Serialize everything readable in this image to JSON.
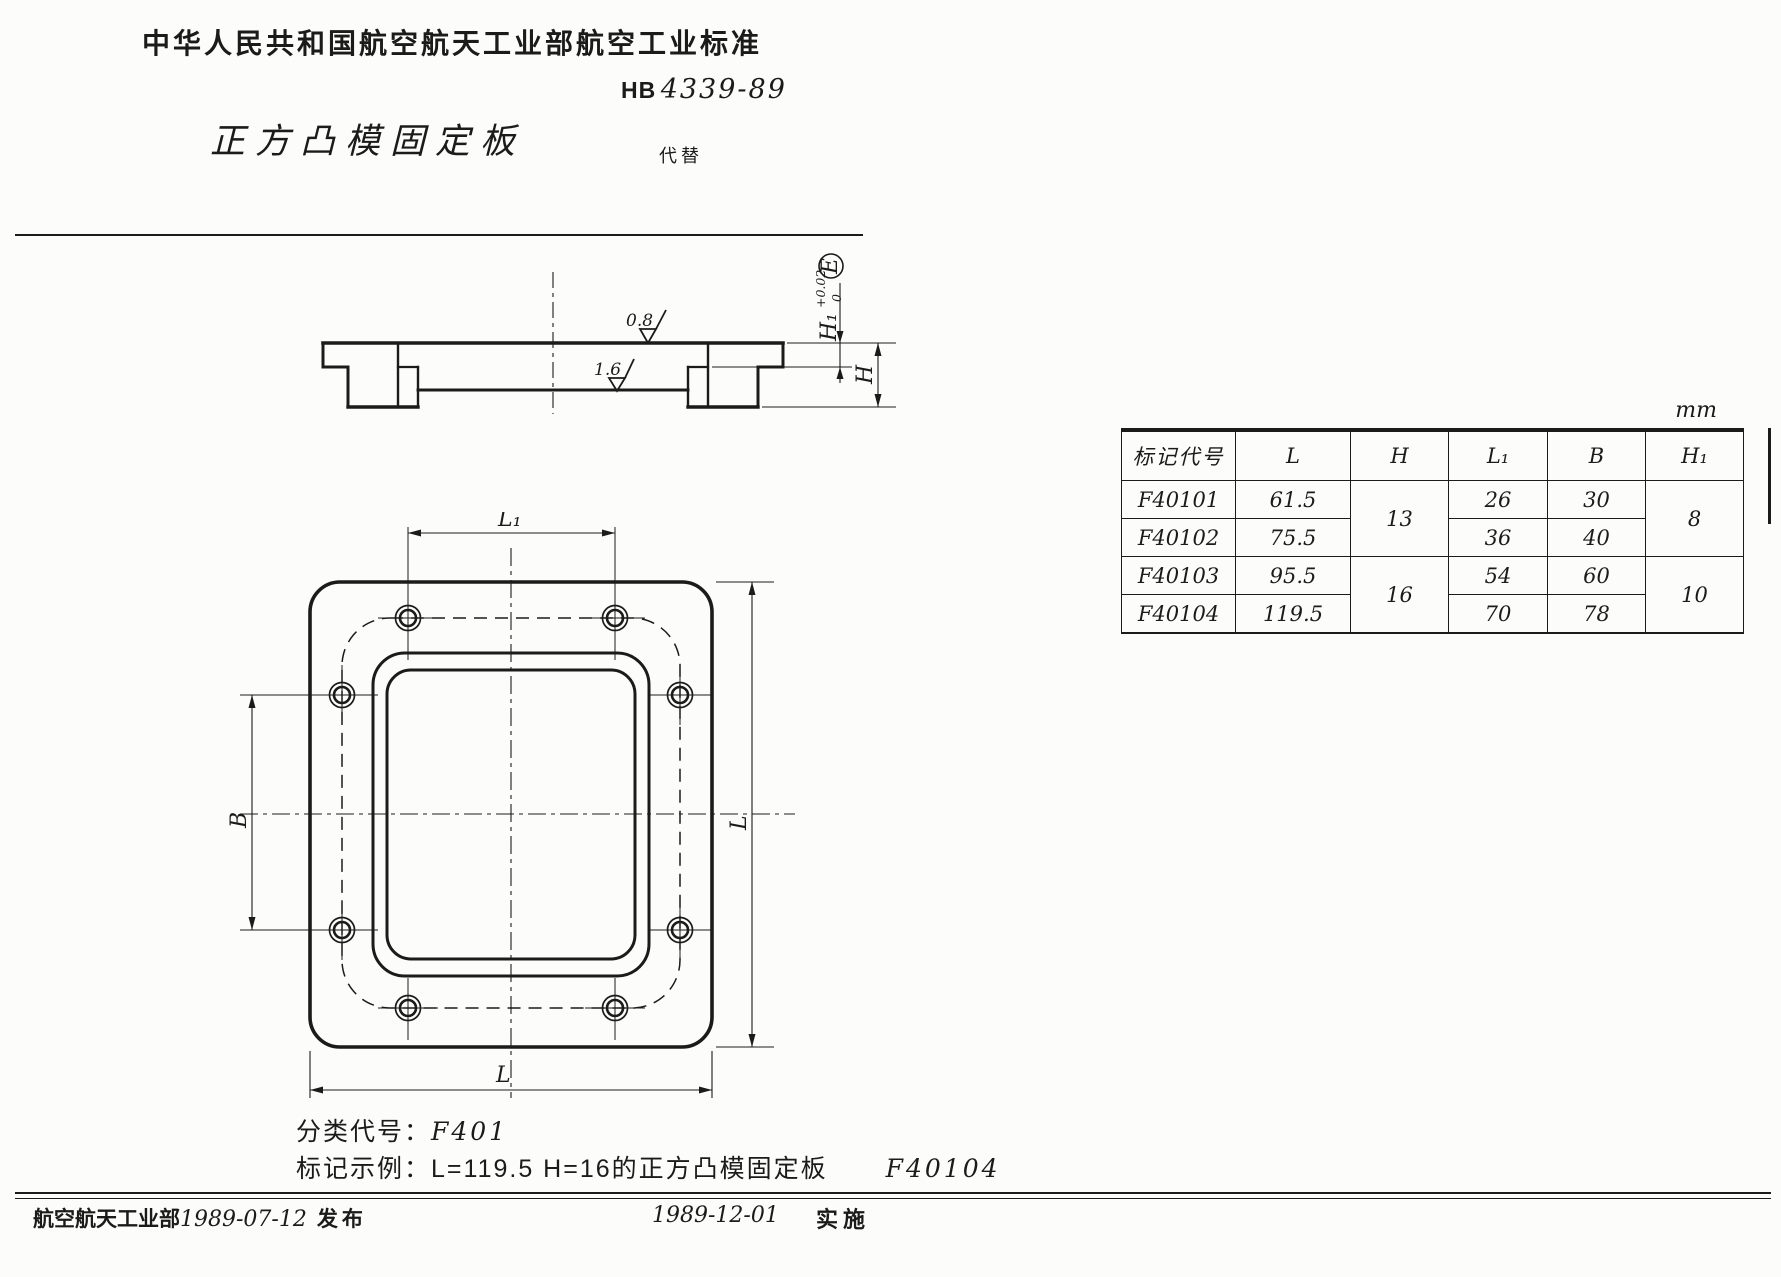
{
  "header": {
    "org_standard_line": "中华人民共和国航空航天工业部航空工业标准",
    "standard_prefix": "HB",
    "standard_number": "4339-89",
    "title": "正方凸模固定板",
    "replaces_label": "代替"
  },
  "section_view": {
    "roughness_top": "0.8",
    "roughness_bore": "1.6",
    "dim_h1_label": "H₁",
    "dim_h1_tol_upper": "+0.02",
    "dim_h1_tol_lower": "0",
    "dim_h1_flag": "E",
    "dim_h_label": "H"
  },
  "plan_view": {
    "dim_l1_label": "L₁",
    "dim_b_label": "B",
    "dim_l_right_label": "L",
    "dim_l_bottom_label": "L"
  },
  "table": {
    "unit": "mm",
    "headers": [
      "标记代号",
      "L",
      "H",
      "L₁",
      "B",
      "H₁"
    ],
    "rows": [
      {
        "code": "F40101",
        "l": "61.5",
        "h": "13",
        "l1": "26",
        "b": "30",
        "h1": "8"
      },
      {
        "code": "F40102",
        "l": "75.5",
        "l1": "36",
        "b": "40"
      },
      {
        "code": "F40103",
        "l": "95.5",
        "h": "16",
        "l1": "54",
        "b": "60",
        "h1": "10"
      },
      {
        "code": "F40104",
        "l": "119.5",
        "l1": "70",
        "b": "78"
      }
    ]
  },
  "notes": {
    "classification_label": "分类代号：",
    "classification_code": "F401",
    "marking_label": "标记示例：",
    "marking_text": "L=119.5  H=16的正方凸模固定板",
    "marking_code": "F40104"
  },
  "footer": {
    "issuer": "航空航天工业部",
    "issue_date": "1989-07-12",
    "issue_label": "发布",
    "impl_date": "1989-12-01",
    "impl_label": "实施"
  }
}
